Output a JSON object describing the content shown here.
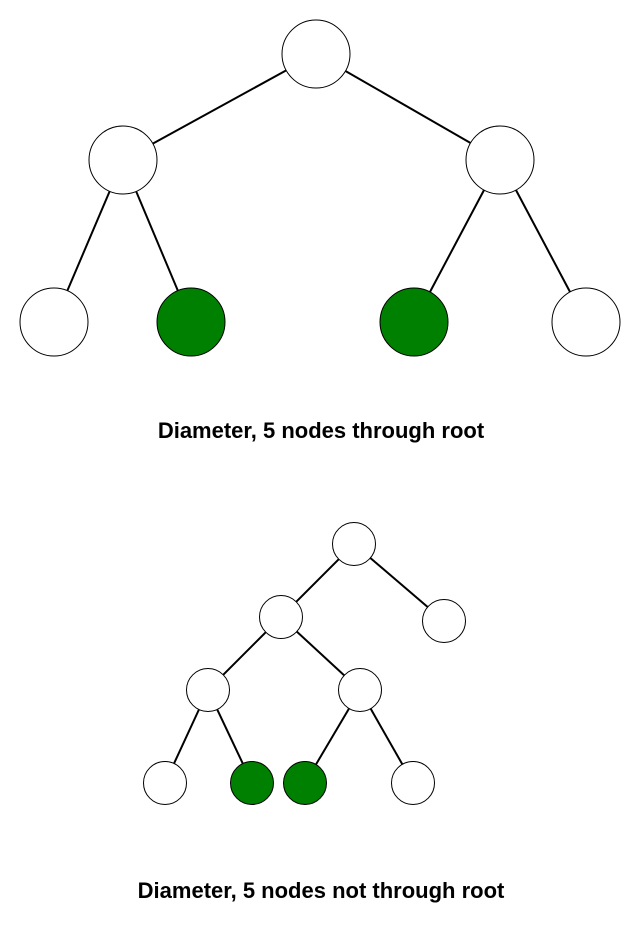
{
  "captions": {
    "top": "Diameter, 5 nodes through root",
    "bottom": "Diameter, 5 nodes not through root"
  },
  "colors": {
    "highlight_fill": "#008000",
    "node_fill": "#ffffff",
    "stroke": "#000000",
    "background": "#ffffff"
  },
  "trees": [
    {
      "name": "tree-through-root",
      "nodes": [
        {
          "id": "root",
          "highlighted": false
        },
        {
          "id": "L",
          "highlighted": false
        },
        {
          "id": "R",
          "highlighted": false
        },
        {
          "id": "LL",
          "highlighted": false
        },
        {
          "id": "LR",
          "highlighted": true
        },
        {
          "id": "RL",
          "highlighted": true
        },
        {
          "id": "RR",
          "highlighted": false
        }
      ],
      "edges": [
        [
          "root",
          "L"
        ],
        [
          "root",
          "R"
        ],
        [
          "L",
          "LL"
        ],
        [
          "L",
          "LR"
        ],
        [
          "R",
          "RL"
        ],
        [
          "R",
          "RR"
        ]
      ]
    },
    {
      "name": "tree-not-through-root",
      "nodes": [
        {
          "id": "root",
          "highlighted": false
        },
        {
          "id": "L",
          "highlighted": false
        },
        {
          "id": "R",
          "highlighted": false
        },
        {
          "id": "LL",
          "highlighted": false
        },
        {
          "id": "LR",
          "highlighted": false
        },
        {
          "id": "LLL",
          "highlighted": false
        },
        {
          "id": "LLR",
          "highlighted": true
        },
        {
          "id": "LRL",
          "highlighted": true
        },
        {
          "id": "LRR",
          "highlighted": false
        }
      ],
      "edges": [
        [
          "root",
          "L"
        ],
        [
          "root",
          "R"
        ],
        [
          "L",
          "LL"
        ],
        [
          "L",
          "LR"
        ],
        [
          "LL",
          "LLL"
        ],
        [
          "LL",
          "LLR"
        ],
        [
          "LR",
          "LRL"
        ],
        [
          "LR",
          "LRR"
        ]
      ]
    }
  ]
}
